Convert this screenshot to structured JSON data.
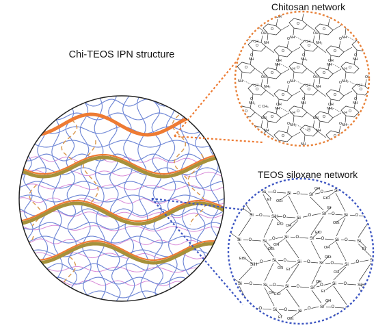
{
  "labels": {
    "ipn": "Chi-TEOS IPN structure",
    "chitosan": "Chitosan network",
    "teos": "TEOS siloxane network"
  },
  "chitosan_atoms": [
    "O",
    "NH",
    "NH₂",
    "OH",
    "H",
    "C",
    "CH₃"
  ],
  "teos_atoms": [
    "Si",
    "O",
    "OH",
    "OEt",
    "EtO",
    "Et",
    "SiH"
  ],
  "colors": {
    "chitosan_strand": "#ee7b33",
    "teos_strand": "#a6913a",
    "blue_mesh": "#6f87d6",
    "pink_mesh": "#d88ad8",
    "dashed_chain": "#d99a52",
    "chitosan_border": "#e8823a",
    "teos_border": "#3d56c2"
  }
}
